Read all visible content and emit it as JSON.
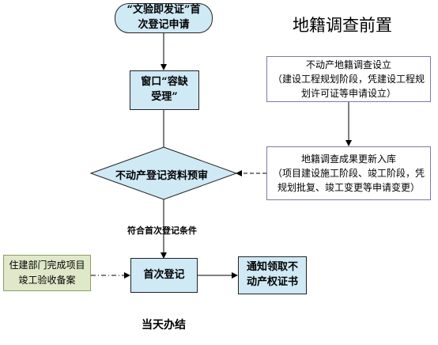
{
  "diagram": {
    "title": "地籍调查前置",
    "nodes": {
      "start": "“文验即发证”首次登记申请",
      "window": "窗口“容缺受理”",
      "setup_title": "不动产地籍调查设立",
      "setup_body": "（建设工程规划阶段，凭建设工程规划许可证等申请设立）",
      "update_title": "地籍调查成果更新入库",
      "update_body": "（项目建设施工阶段、竣工阶段，凭规划批复、竣工变更等申请变更）",
      "decision": "不动产登记资料预审",
      "condition": "符合首次登记条件",
      "housing": "住建部门完成项目竣工验收备案",
      "first_reg": "首次登记",
      "notify": "通知领取不动产权证书",
      "footer": "当天办结"
    }
  }
}
